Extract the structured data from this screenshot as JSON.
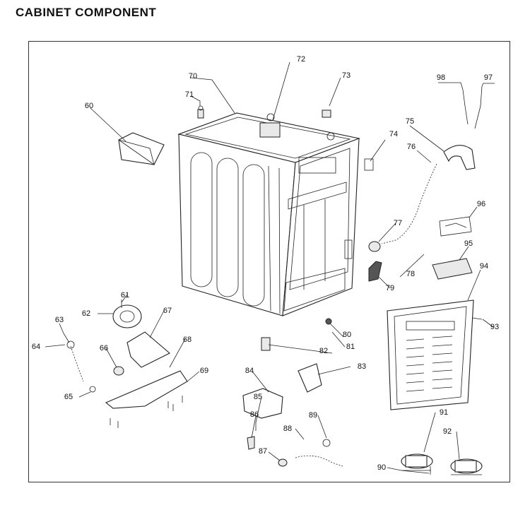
{
  "title": "CABINET COMPONENT",
  "callouts": {
    "60": "60",
    "61": "61",
    "62": "62",
    "63": "63",
    "64": "64",
    "65": "65",
    "66": "66",
    "67": "67",
    "68": "68",
    "69": "69",
    "70": "70",
    "71": "71",
    "72": "72",
    "73": "73",
    "74": "74",
    "75": "75",
    "76": "76",
    "77": "77",
    "78": "78",
    "79": "79",
    "80": "80",
    "81": "81",
    "82": "82",
    "83": "83",
    "84": "84",
    "85": "85",
    "86": "86",
    "87": "87",
    "88": "88",
    "89": "89",
    "90": "90",
    "91": "91",
    "92": "92",
    "93": "93",
    "94": "94",
    "95": "95",
    "96": "96",
    "97": "97",
    "98": "98"
  }
}
